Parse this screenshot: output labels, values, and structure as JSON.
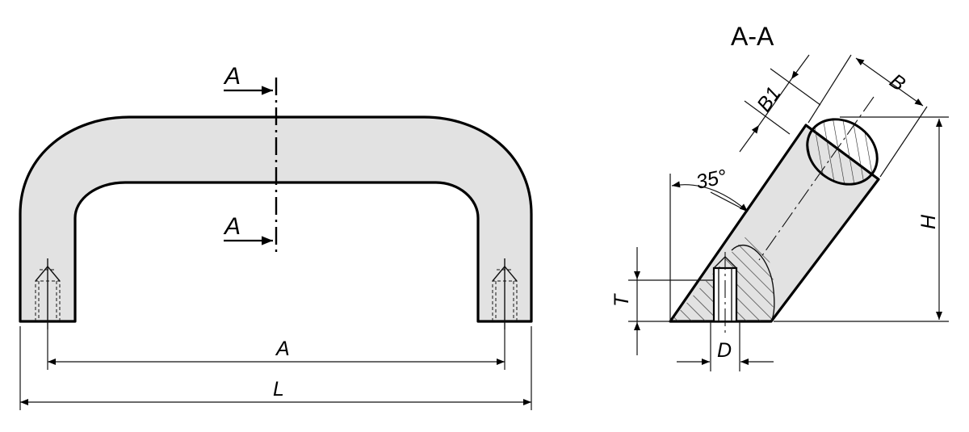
{
  "front_view": {
    "section_marker_top": "A",
    "section_marker_bottom": "A",
    "dim_a_label": "A",
    "dim_l_label": "L"
  },
  "section_view": {
    "title": "A-A",
    "dim_b1_label": "B1",
    "dim_b_label": "B",
    "angle_label": "35°",
    "dim_h_label": "H",
    "dim_t_label": "T",
    "dim_d_label": "D"
  },
  "colors": {
    "fill": "#e2e2e2",
    "line": "#000000",
    "background": "#ffffff"
  }
}
